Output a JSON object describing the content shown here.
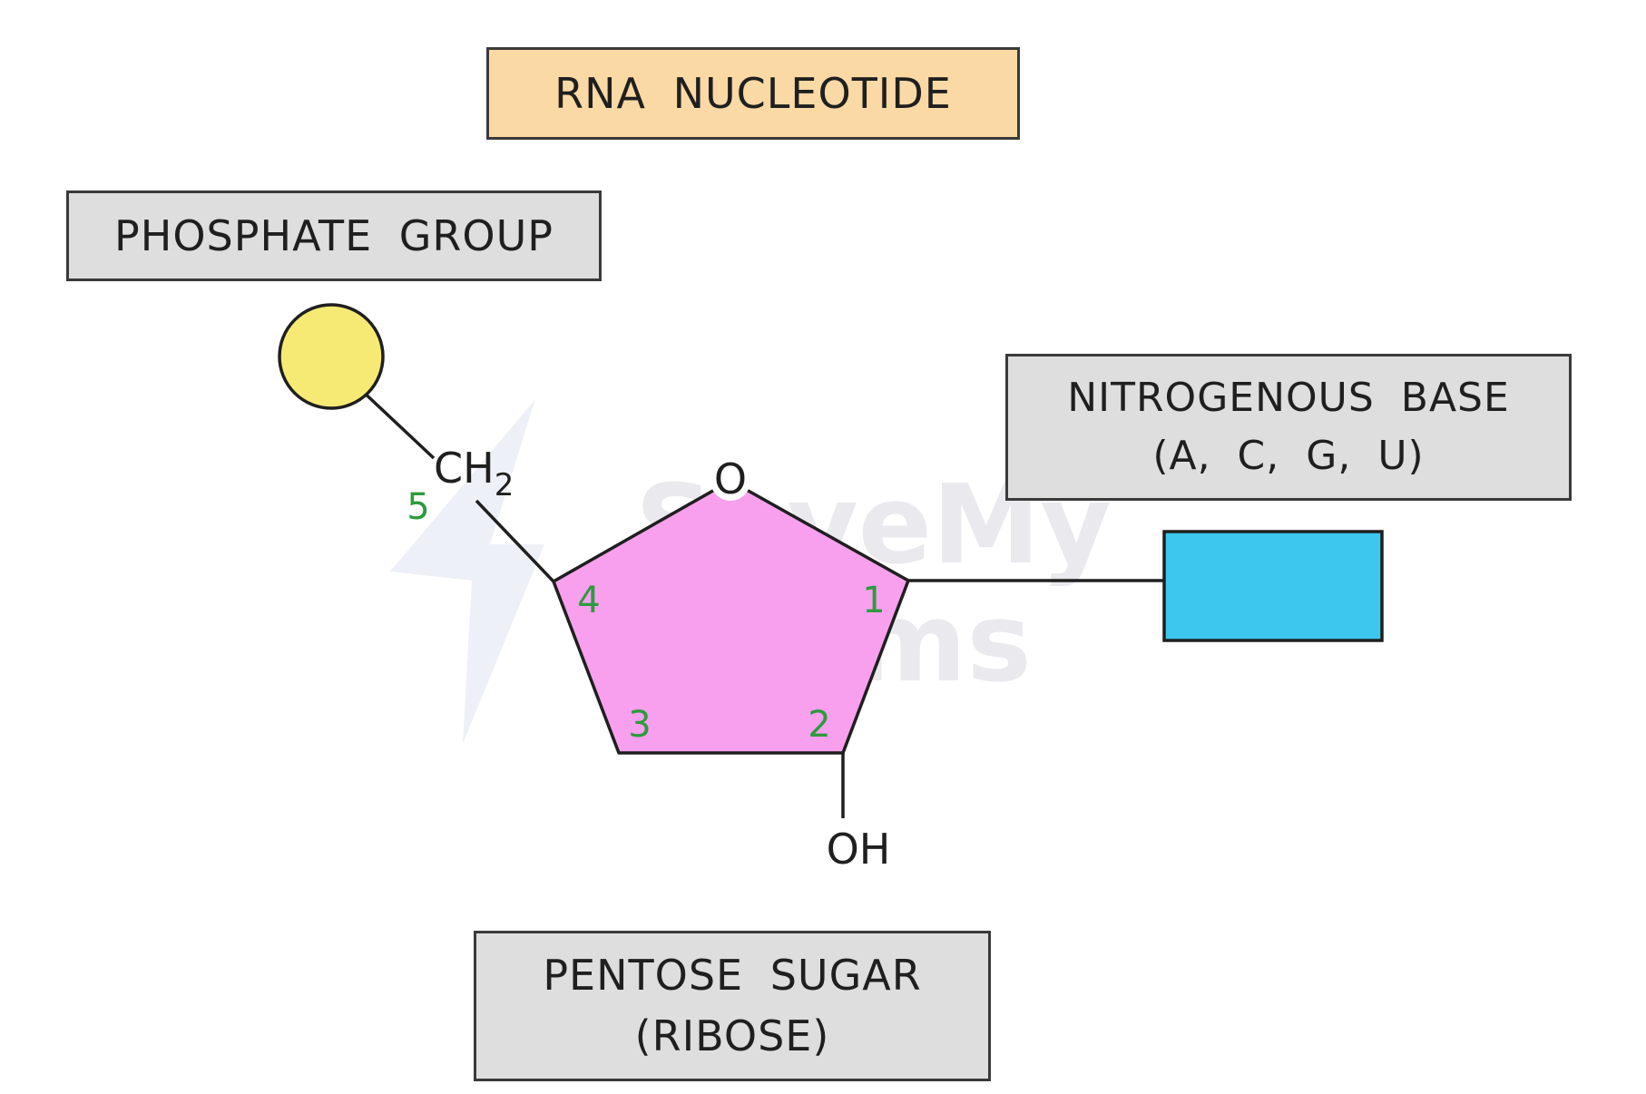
{
  "title": "RNA  NUCLEOTIDE",
  "labels": {
    "phosphate": "PHOSPHATE  GROUP",
    "base_line1": "NITROGENOUS  BASE",
    "base_line2": "(A, C, G, U)",
    "sugar_line1": "PENTOSE  SUGAR",
    "sugar_line2": "(RIBOSE)"
  },
  "molecule": {
    "ring_oxygen": "O",
    "ch2": "CH",
    "ch2_subscript": "2",
    "hydroxyl": "OH",
    "carbon_numbers": [
      "1",
      "2",
      "3",
      "4",
      "5"
    ]
  },
  "watermark": {
    "line1": "SaveMy",
    "line2": "Exams"
  },
  "colors": {
    "title_fill": "#fbd9a5",
    "label_fill": "#dedede",
    "phosphate_fill": "#f7ea74",
    "sugar_fill": "#f8a0ee",
    "base_fill": "#3dc7ef",
    "carbon_number_color": "#2e9a3e",
    "outline": "#1f1f1f"
  }
}
